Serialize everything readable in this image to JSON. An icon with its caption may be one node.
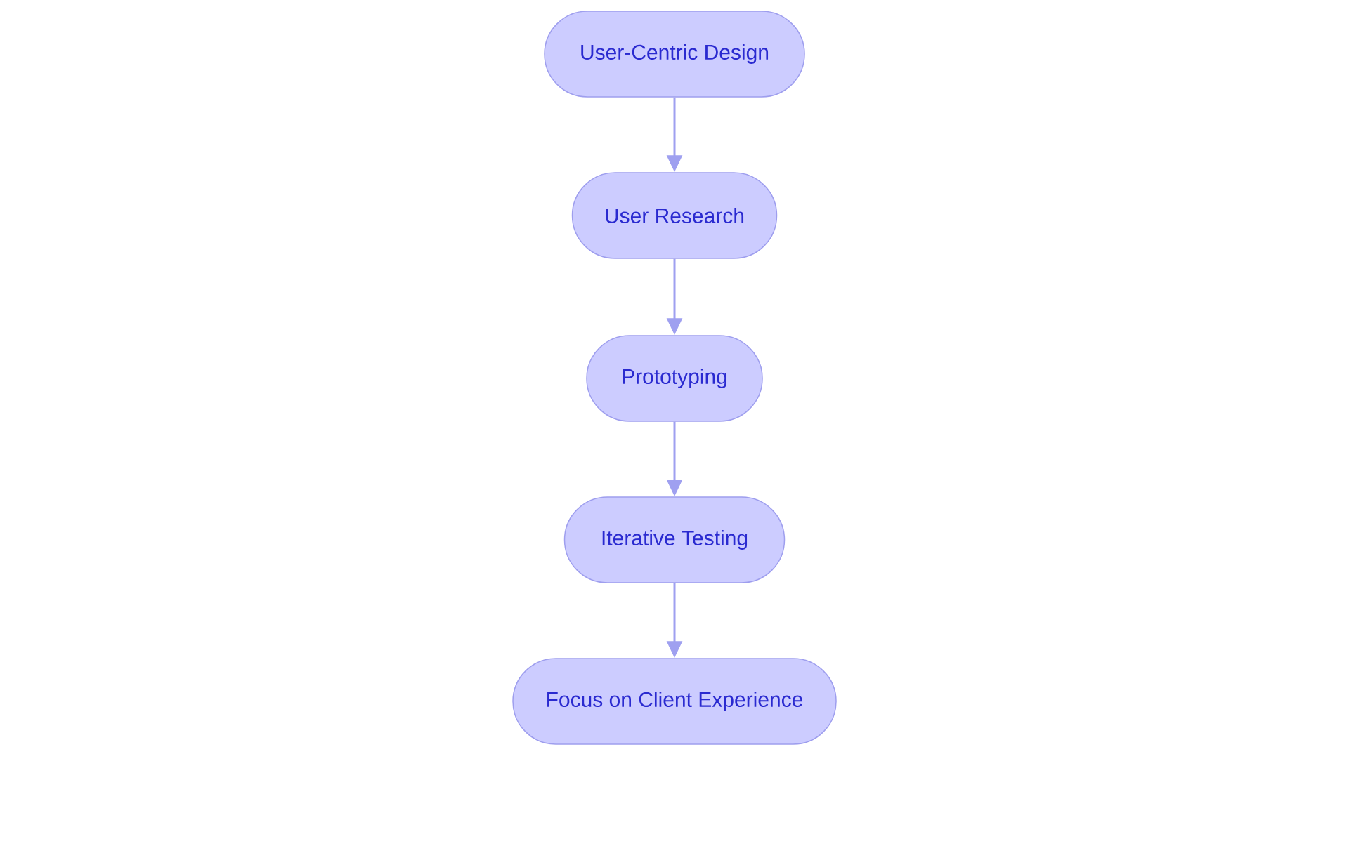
{
  "diagram": {
    "nodes": [
      {
        "text": [
          "User-Centric Design"
        ]
      },
      {
        "text": [
          "User Research"
        ]
      },
      {
        "text": [
          "Prototyping"
        ]
      },
      {
        "text": [
          "Iterative Testing"
        ]
      },
      {
        "text": [
          "Focus on Client Experience"
        ]
      }
    ],
    "edges": [
      {
        "from": 0,
        "to": 1,
        "arrow": "to"
      },
      {
        "from": 1,
        "to": 2,
        "arrow": "to"
      },
      {
        "from": 2,
        "to": 3,
        "arrow": "to"
      },
      {
        "from": 3,
        "to": 4,
        "arrow": "to"
      }
    ]
  }
}
